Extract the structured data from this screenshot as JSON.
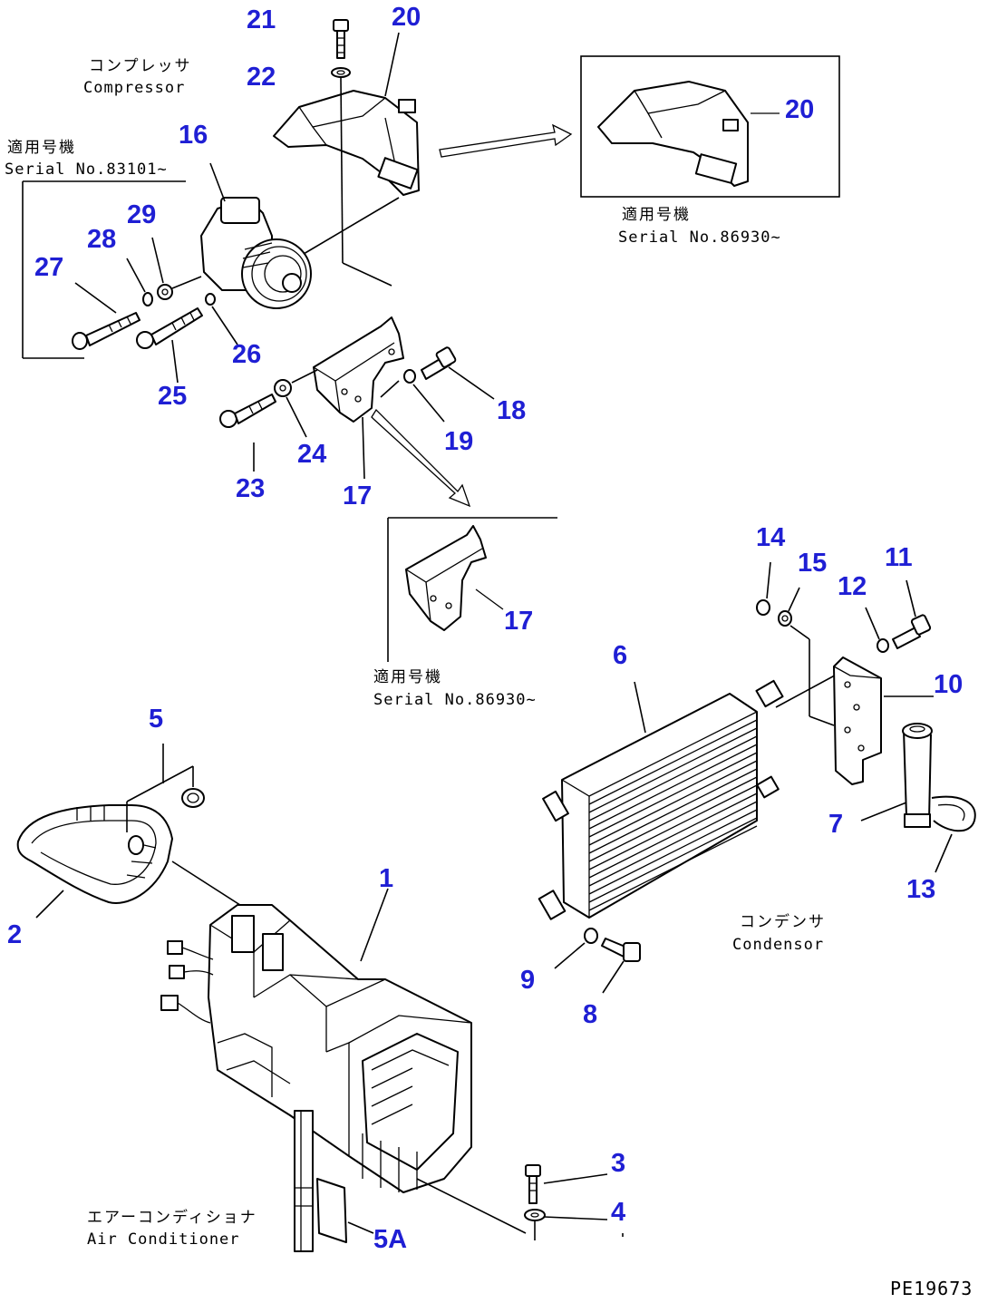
{
  "callouts": {
    "c1": "1",
    "c2": "2",
    "c3": "3",
    "c4": "4",
    "c5": "5",
    "c5a": "5A",
    "c6": "6",
    "c7": "7",
    "c8": "8",
    "c9": "9",
    "c10": "10",
    "c11": "11",
    "c12": "12",
    "c13": "13",
    "c14": "14",
    "c15": "15",
    "c16": "16",
    "c17": "17",
    "c17b": "17",
    "c18": "18",
    "c19": "19",
    "c20": "20",
    "c20b": "20",
    "c21": "21",
    "c22": "22",
    "c23": "23",
    "c24": "24",
    "c25": "25",
    "c26": "26",
    "c27": "27",
    "c28": "28",
    "c29": "29"
  },
  "labels": {
    "compressor_jp": "コンプレッサ",
    "compressor_en": "Compressor",
    "serial_left_jp": "適用号機",
    "serial_left_en": "Serial No.83101~",
    "serial_right_jp": "適用号機",
    "serial_right_en": "Serial No.86930~",
    "serial_mid_jp": "適用号機",
    "serial_mid_en": "Serial No.86930~",
    "condenser_jp": "コンデンサ",
    "condenser_en": "Condensor",
    "aircon_jp": "エアーコンディショナ",
    "aircon_en": "Air Conditioner"
  },
  "drawing_code": "PE19673",
  "colors": {
    "callout": "#1f1fd4",
    "line": "#000000",
    "background": "#ffffff"
  }
}
